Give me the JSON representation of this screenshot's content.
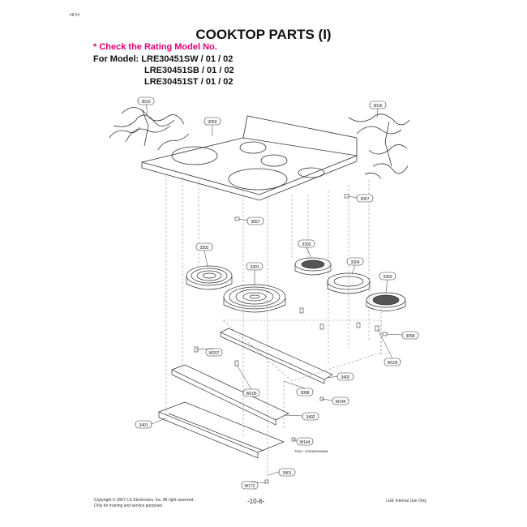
{
  "corner_code": "#EV#",
  "title": "COOKTOP PARTS (I)",
  "note": "* Check the Rating Model No.",
  "models": {
    "prefix": "For Model:",
    "line1": "LRE30451SW / 01 / 02",
    "line2": "LRE30451SB / 01 / 02",
    "line3": "LRE30451ST / 01 / 02"
  },
  "part_labels": {
    "p3016a": "3016",
    "p3016b": "3016",
    "p3050": "3050",
    "p3057a": "3057",
    "p3057b": "3057",
    "p3302": "3302",
    "p3301": "3301",
    "p3303a": "3303",
    "p3304": "3304",
    "p3303b": "3303",
    "p3058a": "3058",
    "pW207": "W207",
    "pW105a": "W105",
    "pW105b": "W105",
    "p3402a": "3402",
    "p3058b": "3058",
    "pW144a": "W144",
    "p3402b": "3402",
    "p3401a": "3401",
    "pW144b": "W144",
    "p3401b": "3401",
    "pW172": "W172"
  },
  "pno": "P/NO : 6700WDN083A",
  "footer": {
    "copyright": "Copyright © 2007 LG Electronics. Inc. All right reserved.",
    "training": "Only for training and service purposes",
    "page": "-10-6-",
    "internal": "LGE Internal Use Only"
  }
}
